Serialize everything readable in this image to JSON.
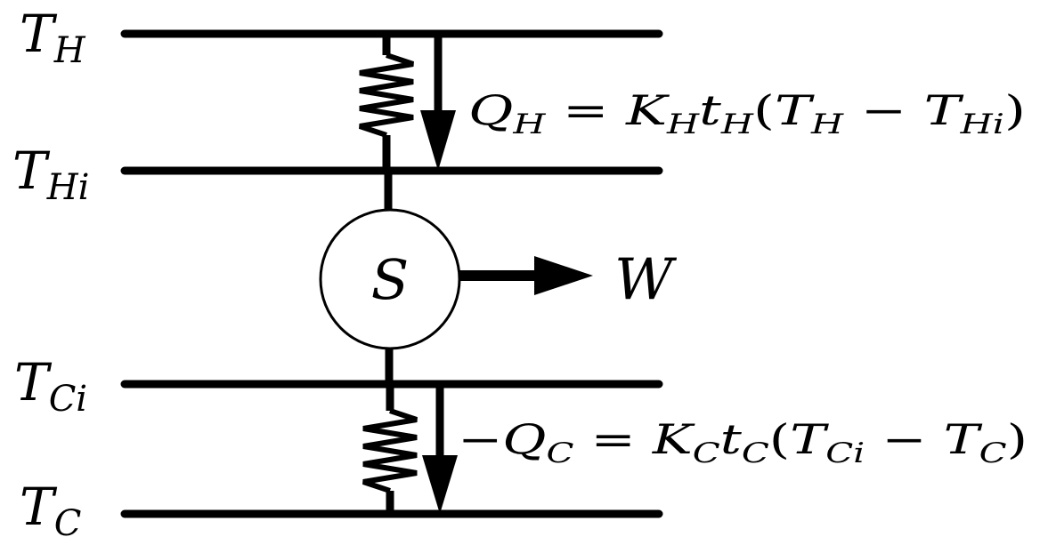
{
  "levels": {
    "t_h": {
      "main": "T",
      "sub": "H"
    },
    "t_hi": {
      "main": "T",
      "sub": "Hi"
    },
    "t_ci": {
      "main": "T",
      "sub": "Ci"
    },
    "t_c": {
      "main": "T",
      "sub": "C"
    }
  },
  "engine": {
    "symbol": "S",
    "work": "W"
  },
  "equations": {
    "hot": {
      "lhs": "Q",
      "lhs_sub": "H",
      "eq": " = ",
      "k": "K",
      "k_sub": "H",
      "t": "t",
      "t_sub": "H",
      "open": "(",
      "a": "T",
      "a_sub": "H",
      "minus": " − ",
      "b": "T",
      "b_sub": "Hi",
      "close": ")"
    },
    "cold": {
      "neg": "−",
      "lhs": "Q",
      "lhs_sub": "C",
      "eq": " = ",
      "k": "K",
      "k_sub": "C",
      "t": "t",
      "t_sub": "C",
      "open": "(",
      "a": "T",
      "a_sub": "Ci",
      "minus": " − ",
      "b": "T",
      "b_sub": "C",
      "close": ")"
    }
  },
  "colors": {
    "ink": "#000000",
    "background": "#ffffff",
    "engine_fill": "#ffffff"
  }
}
